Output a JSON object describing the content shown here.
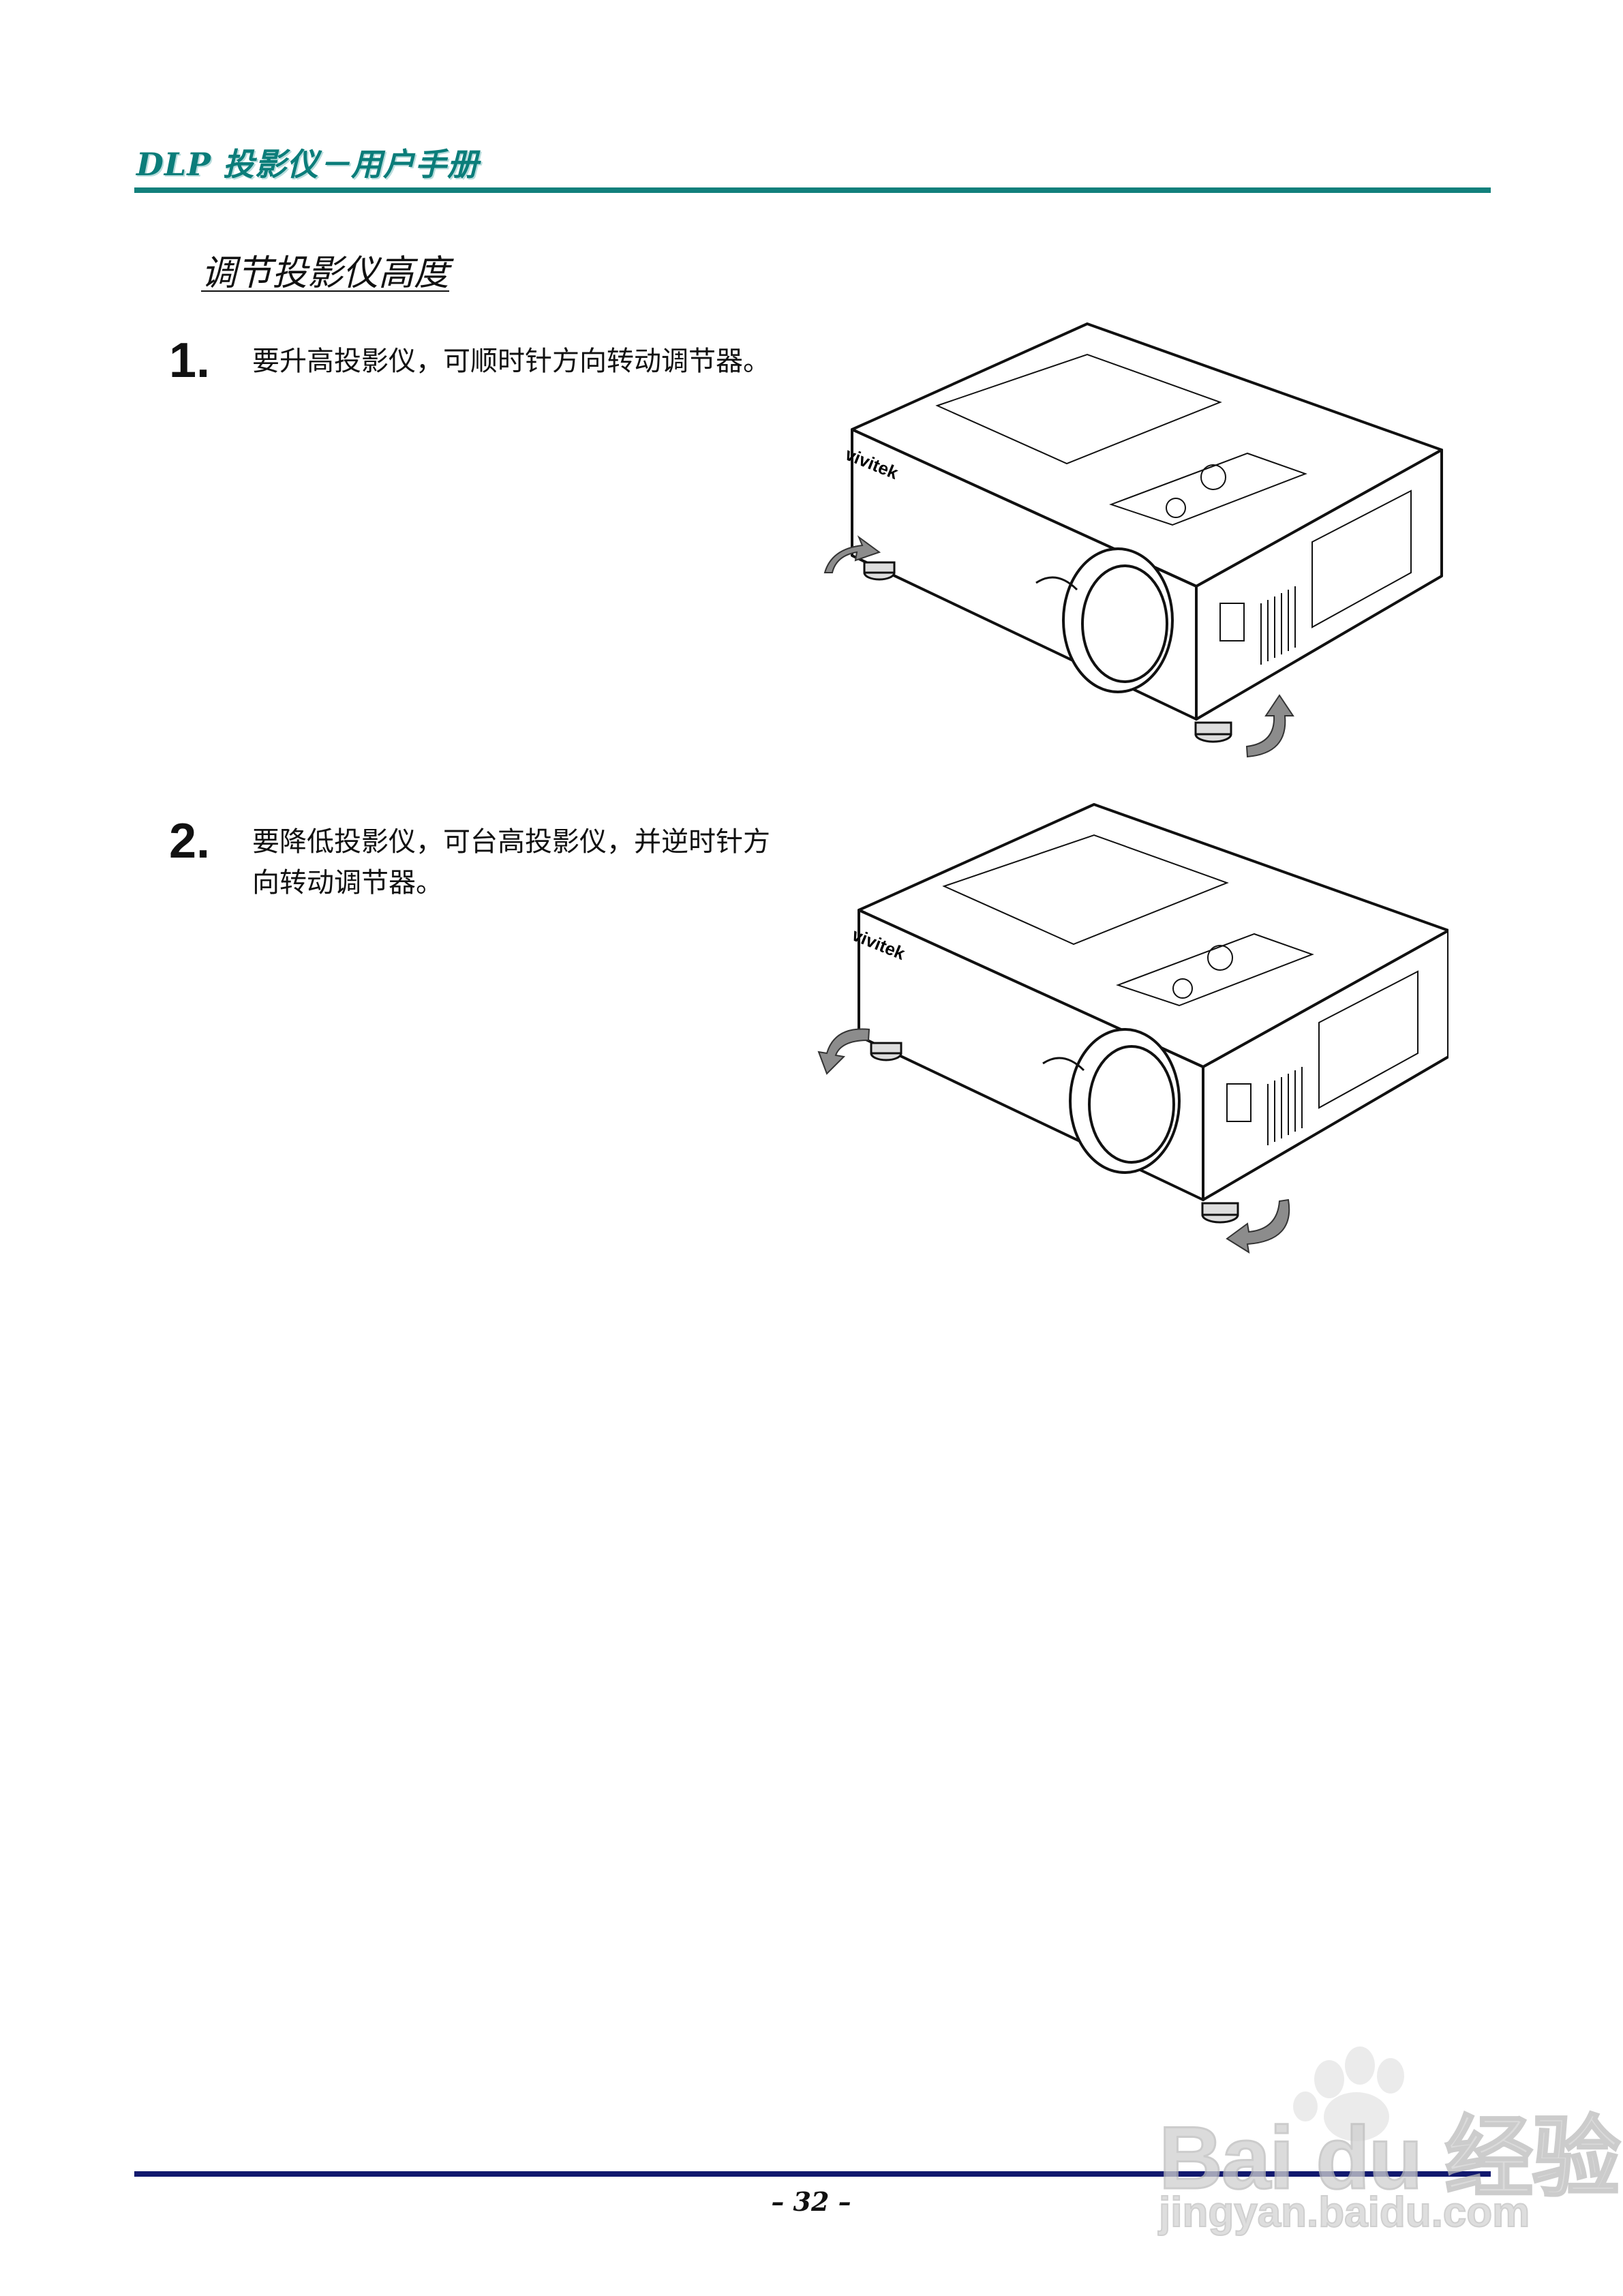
{
  "header": {
    "title": "DLP 投影仪－用户手册"
  },
  "section": {
    "title": "调节投影仪高度"
  },
  "steps": [
    {
      "number": "1.",
      "text": "要升高投影仪，可顺时针方向转动调节器。",
      "image": "projector-raise-illustration"
    },
    {
      "number": "2.",
      "text": "要降低投影仪，可台高投影仪，并逆时针方向转动调节器。",
      "image": "projector-lower-illustration"
    }
  ],
  "illustration": {
    "brand_label": "vivitek"
  },
  "footer": {
    "page_number": "– 32 –"
  },
  "watermark": {
    "brand": "Bai du 经验",
    "url": "jingyan.baidu.com"
  }
}
